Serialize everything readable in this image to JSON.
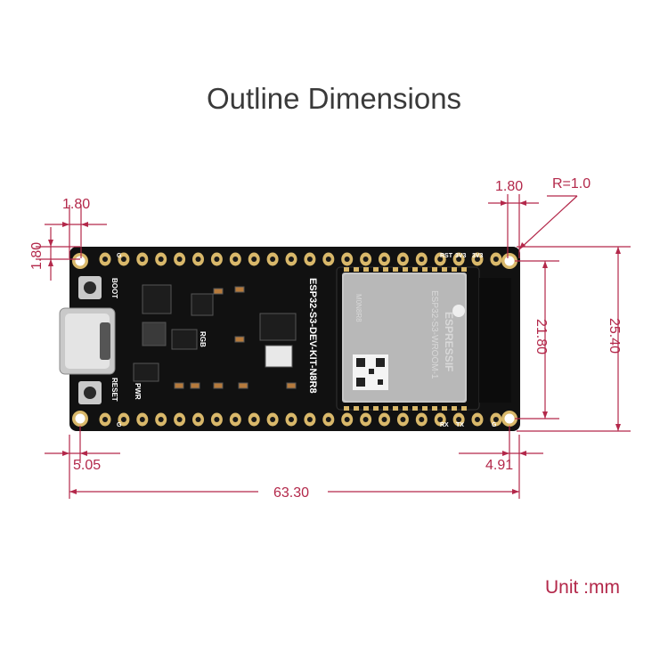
{
  "title": "Outline Dimensions",
  "unit_label": "Unit :mm",
  "dimensions": {
    "top_left_hole_offset_x": "1.80",
    "top_left_hole_offset_y": "1.80",
    "top_right_hole_offset": "1.80",
    "corner_radius": "R=1.0",
    "hole_spacing_vertical": "21.80",
    "board_width": "25.40",
    "left_hole_offset_bottom": "5.05",
    "right_hole_offset_bottom": "4.91",
    "board_length": "63.30"
  },
  "board": {
    "name": "ESP32-S3-DEV-KIT-N8R8",
    "boot_label": "BOOT",
    "reset_label": "RESET",
    "rgb_label": "RGB",
    "pwr_label": "PWR",
    "module_brand": "ESPRESSIF",
    "module_name": "ESP32-S3-WROOM-1",
    "module_variant": "M0N8R8",
    "top_pins_right": [
      "RST",
      "3V3",
      "3V3"
    ],
    "bottom_pins_right": [
      "RX",
      "TX",
      "G"
    ],
    "bottom_pins_left": [
      "G"
    ],
    "top_pins_left": [
      "G"
    ]
  },
  "colors": {
    "dimension": "#b3284a",
    "board": "#111111",
    "pad": "#d9b86a"
  }
}
